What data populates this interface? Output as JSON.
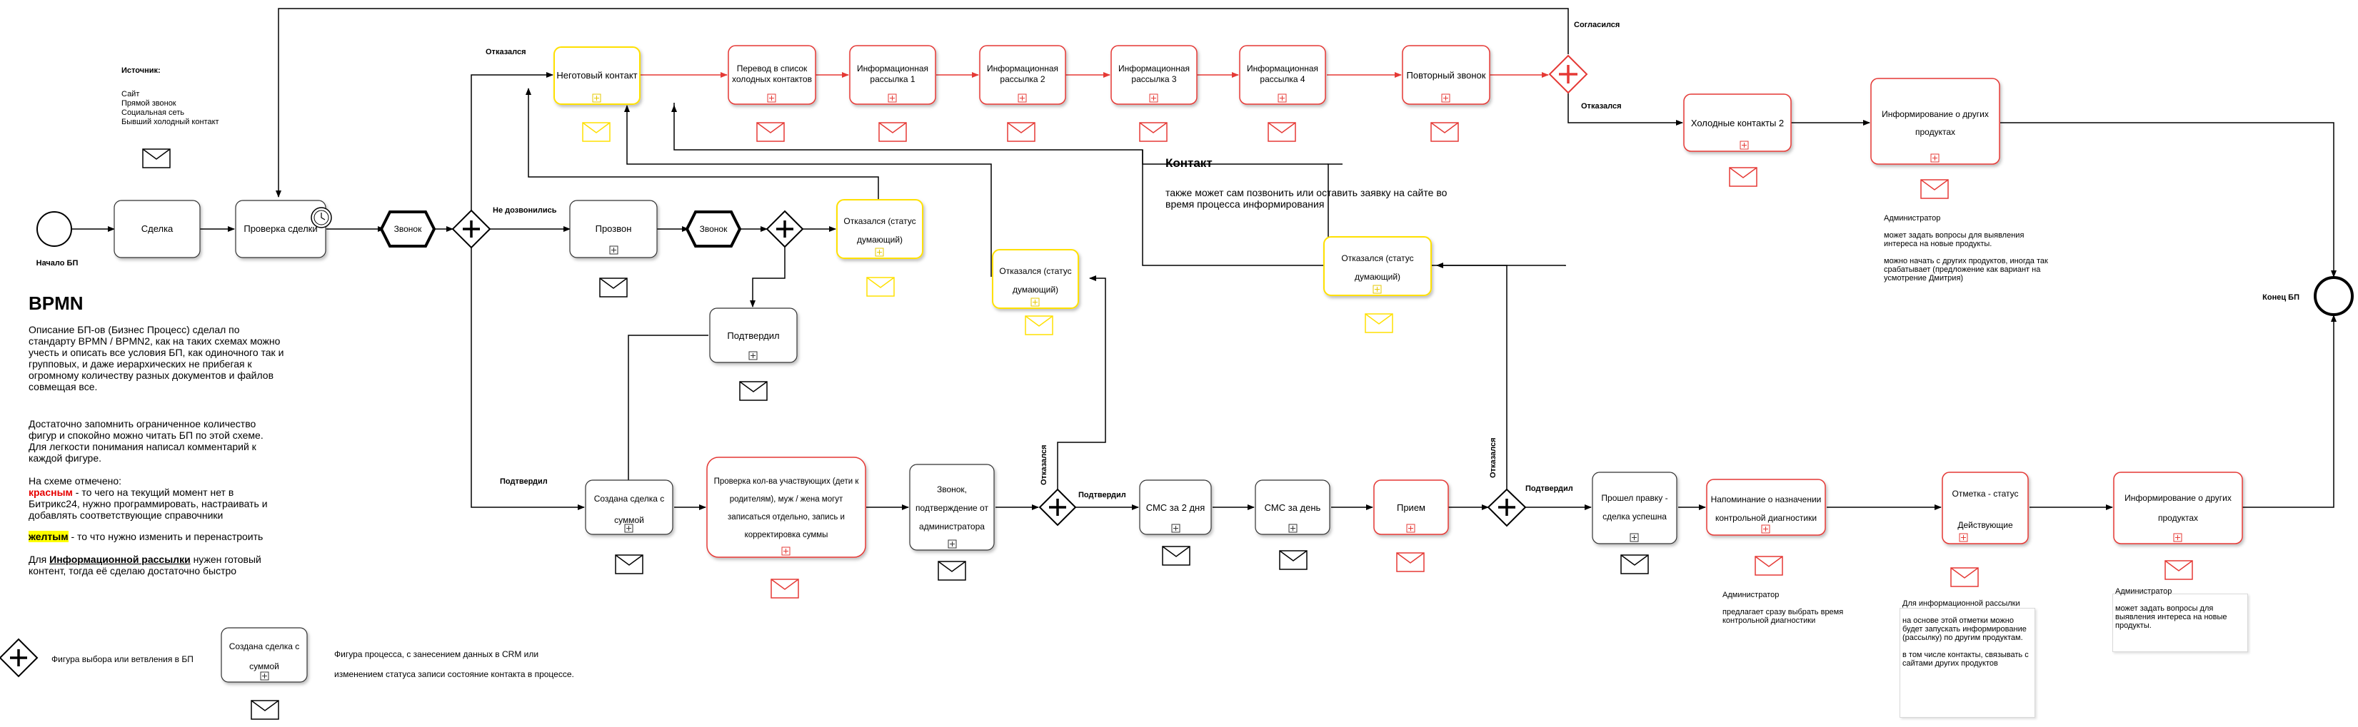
{
  "nodes": {
    "start_label": "Начало БП",
    "end_label": "Конец БП",
    "sdelka": "Сделка",
    "proverka": "Проверка сделки",
    "zvonok1": "Звонок",
    "zvonok2": "Звонок",
    "negotovy": "Неготовый контакт",
    "perevod": "Перевод в список холодных контактов",
    "rassylka1": "Информационная рассылка 1",
    "rassylka2": "Информационная рассылка 2",
    "rassylka3": "Информационная рассылка 3",
    "rassylka4": "Информационная рассылка 4",
    "povtorny": "Повторный звонок",
    "holodnye2": "Холодные контакты 2",
    "inform_drugih_top": "Информирование о других продуктах",
    "prozvon": "Прозвон",
    "otkaz_dumayu1": "Отказался (статус думающий)",
    "otkaz_dumayu2": "Отказался (статус думающий)",
    "otkaz_dumayu3": "Отказался (статус думающий)",
    "podtverdil_task": "Подтвердил",
    "sozdana_sdelka": "Создана сделка с суммой",
    "proverka_kolva": "Проверка кол-ва участвующих (дети к родителям), муж / жена могут записаться отдельно, запись и корректировка суммы",
    "zvonok_admin": "Звонок, подтверждение от администратора",
    "sms2": "СМС за 2 дня",
    "sms1": "СМС за день",
    "priem": "Прием",
    "proshel": "Прошел правку - сделка успешна",
    "napominanie": "Напоминание о назначении контрольной диагностики",
    "otmetka": "Отметка - статус Действующие",
    "inform_drugih_bottom": "Информирование о других продуктах"
  },
  "flow_labels": {
    "otkazalsya_top": "Отказался",
    "soglasilsya": "Согласился",
    "otkazalsya_right": "Отказался",
    "ne_dozvonilis": "Не дозвонились",
    "podtverdil_left": "Подтвердил",
    "otkazalsya_vert1": "Отказался",
    "podtverdil_mid": "Подтвердил",
    "otkazalsya_vert2": "Отказался",
    "podtverdil_right": "Подтвердил"
  },
  "sources": {
    "title": "Источник:",
    "items": "Сайт\nПрямой звонок\nСоциальная сеть\nБывший холодный контакт"
  },
  "contact_note": {
    "title": "Контакт",
    "text": "также может сам позвонить или оставить заявку на сайте во время процесса информирования"
  },
  "admin_notes": {
    "top": "Администратор\n\nможет задать вопросы для выявления интереса на новые продукты.\n\nможно начать с других продуктов, иногда так срабатывает (предложение как вариант на усмотрение Дмитрия)",
    "napominanie": "Администратор\n\nпредлагает сразу выбрать время контрольной диагностики",
    "otmetka": "Для информационной рассылки\n\nна основе этой отметки можно будет запускать информирование (рассылку) по другим продуктам.\n\nв том числе контакты, связывать с сайтами других продуктов",
    "bottom": "Администратор\n\nможет задать вопросы для выявления интереса на новые продукты."
  },
  "description": {
    "title": "BPMN",
    "p1": "Описание БП-ов (Бизнес Процесс) сделал по стандарту BPMN / BPMN2, как на таких схемах можно учесть и описать все условия БП, как одиночного так и групповых, и даже иерархических не прибегая к огромному количеству разных документов и файлов совмещая все.",
    "p2": "Достаточно запомнить ограниченное количество фигур и спокойно можно читать БП по этой схеме. Для легкости понимания написал комментарий к каждой фигуре.",
    "p3_intro": "На схеме отмечено:",
    "red_word": "красным",
    "p3_red": " - то чего на текущий момент нет в Битрикс24, нужно программировать, настраивать и добавлять соответствующие справочники",
    "yellow_word": "желтым",
    "p3_yellow": " - то что нужно изменить и перенастроить",
    "p4_pre": "Для ",
    "p4_link": "Информационной рассылки",
    "p4_post": " нужен готовый контент, тогда её сделаю достаточно быстро"
  },
  "legend": {
    "gateway_text": "Фигура выбора или ветвления в БП",
    "task_label": "Создана сделка с суммой",
    "task_text_1": "Фигура процесса, с занесением данных в CRM или",
    "task_text_2": "изменением статуса записи состояние контакта в процессе."
  },
  "colors": {
    "red": "#e53935",
    "yellow": "#ffee58",
    "black": "#000000",
    "gray_border": "#333333"
  }
}
